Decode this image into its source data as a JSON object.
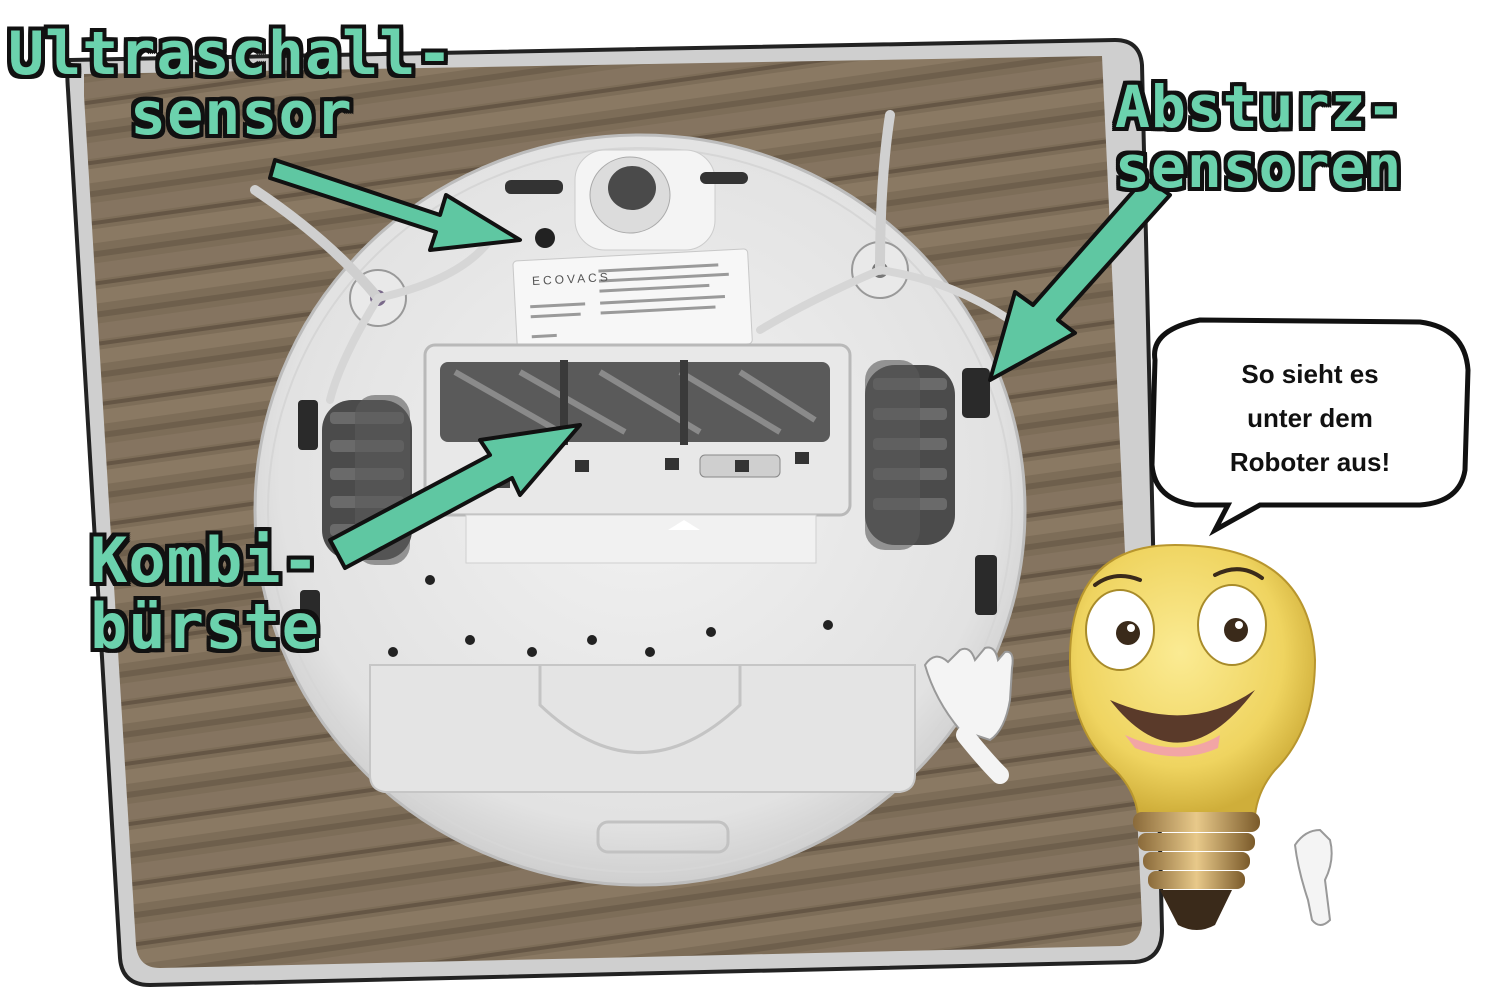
{
  "labels": {
    "ultraschall_line1": "Ultraschall-",
    "ultraschall_line2": "sensor",
    "absturz_line1": "Absturz-",
    "absturz_line2": "sensoren",
    "kombi_line1": "Kombi-",
    "kombi_line2": "bürste"
  },
  "speech_bubble": {
    "line1": "So sieht es",
    "line2": "unter dem",
    "line3": "Roboter aus!"
  },
  "brand": {
    "logo_text": "ECOVACS"
  },
  "colors": {
    "label_fill": "#6bd2ad",
    "label_outline": "#111111",
    "arrow_fill": "#5fc7a2",
    "floor": "#7a6a55",
    "robot_body": "#ececec",
    "bulb": "#f2d96a"
  },
  "icons": {
    "mascot": "light-bulb-mascot-icon",
    "arrows": "arrow-icon"
  }
}
